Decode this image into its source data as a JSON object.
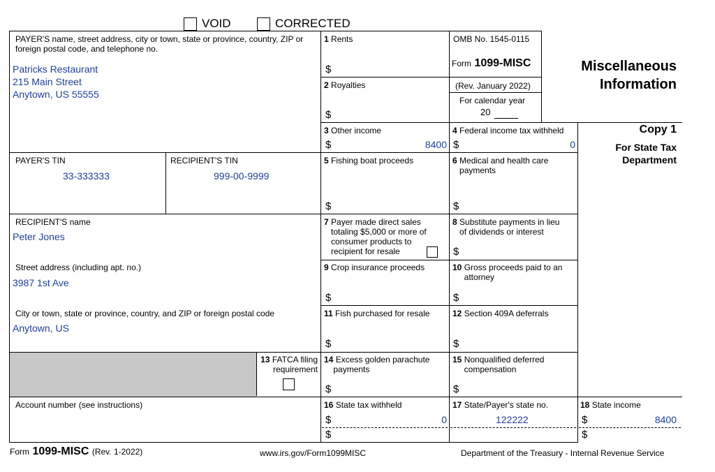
{
  "header": {
    "void_label": "VOID",
    "corrected_label": "CORRECTED"
  },
  "payer": {
    "label": "PAYER'S name, street address, city or town, state or province, country, ZIP or foreign postal code, and telephone no.",
    "name": "Patricks Restaurant",
    "street": "215 Main Street",
    "city": "Anytown, US 55555"
  },
  "omb": {
    "number": "OMB No. 1545-0115",
    "form_prefix": "Form",
    "form_name": "1099-MISC",
    "rev": "(Rev. January 2022)",
    "calendar_label": "For calendar year",
    "year": "20"
  },
  "title": {
    "line1": "Miscellaneous",
    "line2": "Information",
    "copy": "Copy 1",
    "copy_desc1": "For State Tax",
    "copy_desc2": "Department"
  },
  "tins": {
    "payer_label": "PAYER'S TIN",
    "payer_value": "33-333333",
    "recipient_label": "RECIPIENT'S TIN",
    "recipient_value": "999-00-9999"
  },
  "recipient": {
    "name_label": "RECIPIENT'S name",
    "name_value": "Peter Jones",
    "street_label": "Street address (including apt. no.)",
    "street_value": "3987 1st Ave",
    "city_label": "City or town, state or province, country, and ZIP or foreign postal code",
    "city_value": "Anytown, US"
  },
  "fatca": {
    "num": "13",
    "label1": "FATCA filing",
    "label2": "requirement"
  },
  "account": {
    "label": "Account number (see instructions)"
  },
  "boxes": {
    "b1": {
      "num": "1",
      "label": "Rents"
    },
    "b2": {
      "num": "2",
      "label": "Royalties"
    },
    "b3": {
      "num": "3",
      "label": "Other income",
      "value": "8400"
    },
    "b4": {
      "num": "4",
      "label": "Federal income tax withheld",
      "value": "0"
    },
    "b5": {
      "num": "5",
      "label": "Fishing boat proceeds"
    },
    "b6": {
      "num": "6",
      "label1": "Medical and health care",
      "label2": "payments"
    },
    "b7": {
      "num": "7",
      "label1": "Payer made direct sales",
      "label2": "totaling $5,000 or more of",
      "label3": "consumer products to",
      "label4": "recipient for resale"
    },
    "b8": {
      "num": "8",
      "label1": "Substitute payments in lieu",
      "label2": "of dividends or interest"
    },
    "b9": {
      "num": "9",
      "label": "Crop insurance proceeds"
    },
    "b10": {
      "num": "10",
      "label1": "Gross proceeds paid to an",
      "label2": "attorney"
    },
    "b11": {
      "num": "11",
      "label": "Fish purchased for resale"
    },
    "b12": {
      "num": "12",
      "label": "Section 409A deferrals"
    },
    "b14": {
      "num": "14",
      "label1": "Excess golden parachute",
      "label2": "payments"
    },
    "b15": {
      "num": "15",
      "label1": "Nonqualified deferred",
      "label2": "compensation"
    },
    "b16": {
      "num": "16",
      "label": "State tax withheld",
      "value": "0"
    },
    "b17": {
      "num": "17",
      "label": "State/Payer's state no.",
      "value": "122222"
    },
    "b18": {
      "num": "18",
      "label": "State income",
      "value": "8400"
    }
  },
  "dollar": "$",
  "footer": {
    "form_prefix": "Form",
    "form_name": "1099-MISC",
    "rev": "(Rev. 1-2022)",
    "url": "www.irs.gov/Form1099MISC",
    "dept": "Department of the Treasury - Internal Revenue Service"
  }
}
